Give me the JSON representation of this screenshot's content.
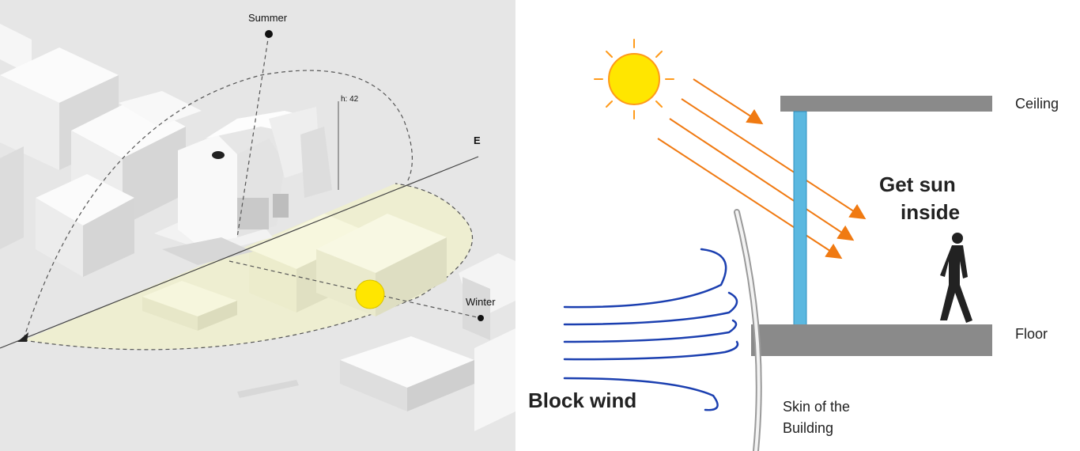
{
  "left_diagram": {
    "summer_label": "Summer",
    "winter_label": "Winter",
    "east_label": "E",
    "height_label": "h: 42"
  },
  "right_diagram": {
    "ceiling_label": "Ceiling",
    "floor_label": "Floor",
    "sun_heading_line1": "Get sun",
    "sun_heading_line2": "inside",
    "wind_label": "Block wind",
    "skin_label_line1": "Skin of the",
    "skin_label_line2": "Building"
  },
  "colors": {
    "sun_fill": "#ffe600",
    "sun_rays": "#ff9a1a",
    "sun_arrows": "#f07a12",
    "wind": "#1b3fb0",
    "glass": "#5bb8e0",
    "slab": "#8a8a8a",
    "shadow_area": "#f1f1cf"
  }
}
